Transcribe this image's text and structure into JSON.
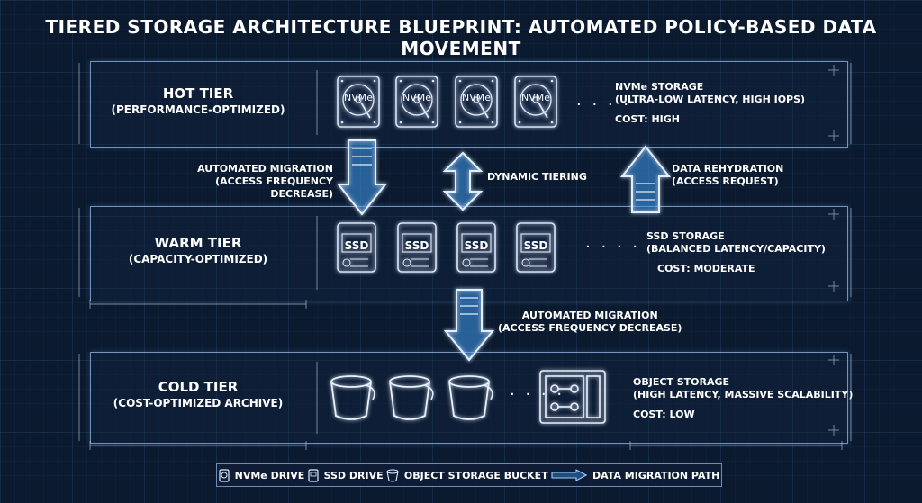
{
  "title": "TIERED STORAGE ARCHITECTURE BLUEPRINT: AUTOMATED POLICY-BASED DATA MOVEMENT",
  "tiers": {
    "hot": {
      "name": "HOT TIER",
      "sub": "(PERFORMANCE-OPTIMIZED)",
      "device_label": "NVMe",
      "info_line1": "NVMe STORAGE",
      "info_line2": "(ULTRA-LOW LATENCY, HIGH IOPS)",
      "cost": "COST: HIGH"
    },
    "warm": {
      "name": "WARM TIER",
      "sub": "(CAPACITY-OPTIMIZED)",
      "device_label": "SSD",
      "info_line1": "SSD STORAGE",
      "info_line2": "(BALANCED LATENCY/CAPACITY)",
      "cost": "COST: MODERATE"
    },
    "cold": {
      "name": "COLD TIER",
      "sub": "(COST-OPTIMIZED ARCHIVE)",
      "info_line1": "OBJECT STORAGE",
      "info_line2": "(HIGH LATENCY, MASSIVE SCALABILITY)",
      "cost": "COST: LOW"
    }
  },
  "ellipsis": "· · · ·",
  "arrows": {
    "migration_hot_warm_1": "AUTOMATED MIGRATION",
    "migration_hot_warm_2": "(ACCESS FREQUENCY DECREASE)",
    "dynamic": "DYNAMIC TIERING",
    "rehydration_1": "DATA REHYDRATION",
    "rehydration_2": "(ACCESS REQUEST)",
    "migration_warm_cold_1": "AUTOMATED MIGRATION",
    "migration_warm_cold_2": "(ACCESS FREQUENCY DECREASE)"
  },
  "legend": {
    "nvme": "NVMe DRIVE",
    "ssd": "SSD DRIVE",
    "bucket": "OBJECT STORAGE BUCKET",
    "path": "DATA MIGRATION PATH"
  },
  "colors": {
    "background": "#0b1a2e",
    "line": "#cfe3ff",
    "glow": "#6fb4ff"
  }
}
